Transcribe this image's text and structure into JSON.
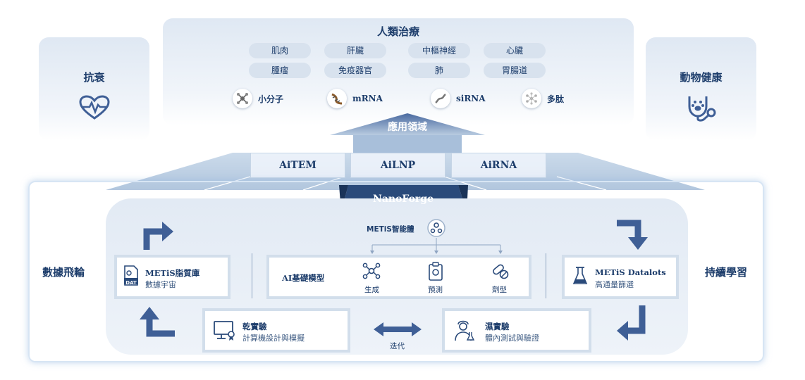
{
  "left_panel": {
    "title": "抗衰",
    "icon": "heart-pulse-icon"
  },
  "right_panel": {
    "title": "動物健康",
    "icon": "pet-stethoscope-icon"
  },
  "top_panel": {
    "title": "人類治療",
    "organs": [
      "肌肉",
      "肝臟",
      "中樞神經",
      "心臟",
      "腫瘤",
      "免疫器官",
      "肺",
      "胃腸道"
    ],
    "modalities": [
      {
        "label": "小分子",
        "icon": "small-molecule-icon"
      },
      {
        "label": "mRNA",
        "icon": "mrna-icon"
      },
      {
        "label": "siRNA",
        "icon": "sirna-icon"
      },
      {
        "label": "多肽",
        "icon": "peptide-icon"
      }
    ]
  },
  "arrow_label": "應用領域",
  "platforms": [
    "AiTEM",
    "AiLNP",
    "AiRNA"
  ],
  "nanoforge_label": "NanoForge",
  "engine": {
    "center_label": "METiS智能體",
    "left_side_label": "數據飛輪",
    "right_side_label": "持續學習",
    "lipid_box": {
      "title": "METiS脂質庫",
      "subtitle": "數據宇宙",
      "file_tag": "DAT"
    },
    "ai_model": {
      "title": "AI基礎模型",
      "items": [
        {
          "label": "生成",
          "icon": "generate-icon"
        },
        {
          "label": "預測",
          "icon": "predict-icon"
        },
        {
          "label": "劑型",
          "icon": "dosage-form-icon"
        }
      ]
    },
    "datalots_box": {
      "title": "METiS Datalots",
      "subtitle": "高通量篩選"
    },
    "dry_lab": {
      "title": "乾實驗",
      "subtitle": "計算機設計與模擬"
    },
    "wet_lab": {
      "title": "濕實驗",
      "subtitle": "體內測試與驗證"
    },
    "iterate_label": "迭代"
  },
  "colors": {
    "navy": "#1d3d6b",
    "arrow_blue": "#3f5f96",
    "pale_panel": "#e4ecf5",
    "box_border": "#d2deeb"
  }
}
